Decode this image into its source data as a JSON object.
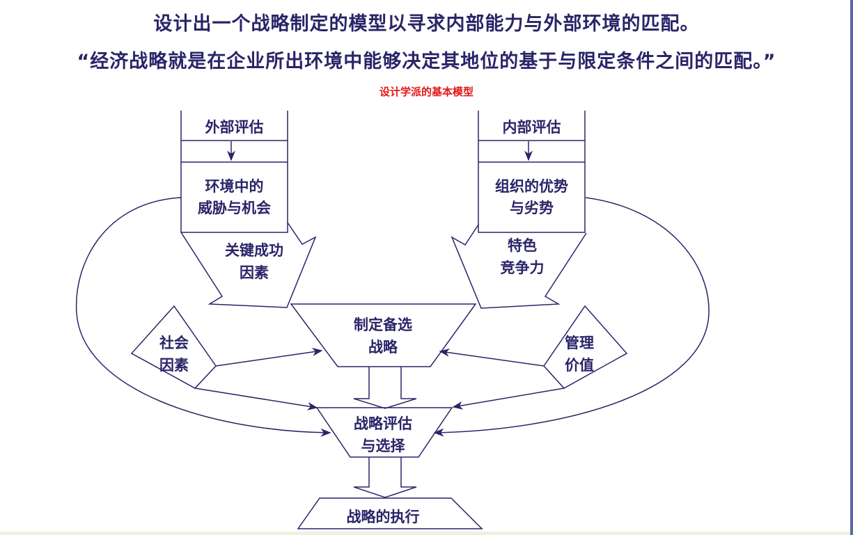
{
  "header": {
    "line1": "设计出一个战略制定的模型以寻求内部能力与外部环境的匹配。",
    "line2": "“经济战略就是在企业所出环境中能够决定其地位的基于与限定条件之间的匹配。”",
    "diagram_title": "设计学派的基本模型"
  },
  "diagram": {
    "external": {
      "title": "外部评估",
      "body_lines": [
        "环境中的",
        "威胁与机会"
      ],
      "arrow_lines": [
        "关键成功",
        "因素"
      ]
    },
    "internal": {
      "title": "内部评估",
      "body_lines": [
        "组织的优势",
        "与劣势"
      ],
      "arrow_lines": [
        "特色",
        "竞争力"
      ]
    },
    "social": [
      "社会",
      "因素"
    ],
    "management": [
      "管理",
      "价值"
    ],
    "formulate": [
      "制定备选",
      "战略"
    ],
    "evaluate": [
      "战略评估",
      "与选择"
    ],
    "execute": "战略的执行"
  },
  "colors": {
    "ink": "#2a2468",
    "title_red": "#e01818"
  }
}
